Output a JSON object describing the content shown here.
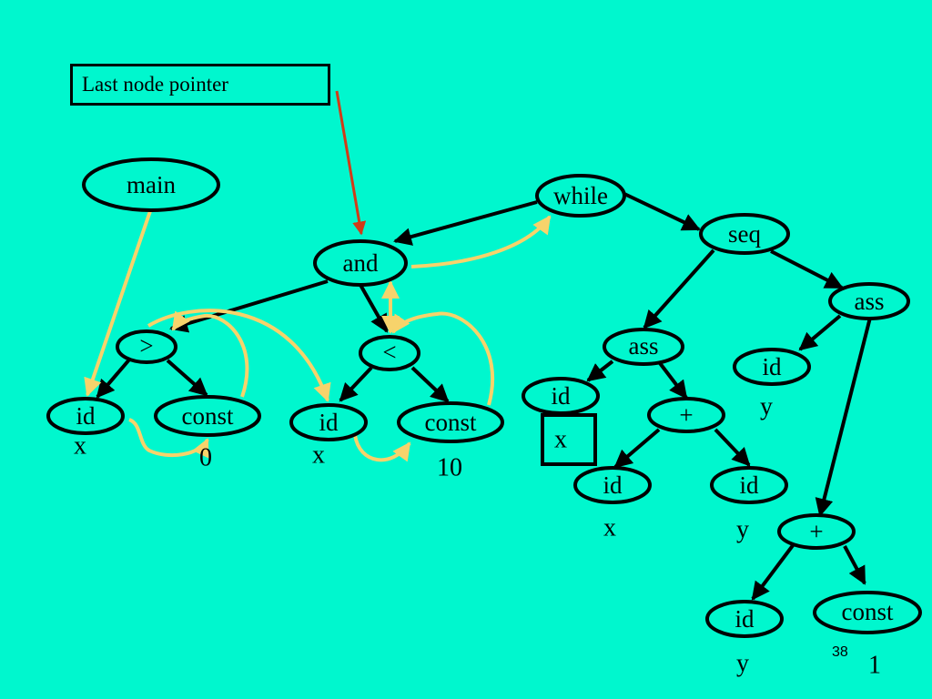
{
  "pointer_label": "Last node pointer",
  "page_number": "38",
  "nodes": {
    "main": "main",
    "while": "while",
    "and": "and",
    "seq": "seq",
    "ass_right": "ass",
    "gt": ">",
    "lt": "<",
    "ass_mid": "ass",
    "id_right": "id",
    "id1": "id",
    "const1": "const",
    "id2": "id",
    "const2": "const",
    "id3": "id",
    "plus1": "+",
    "id4": "id",
    "id5": "id",
    "plus2": "+",
    "id6": "id",
    "const3": "const"
  },
  "values": {
    "x1": "x",
    "zero": "0",
    "x2": "x",
    "ten": "10",
    "x_box": "x",
    "y_right": "y",
    "x3": "x",
    "y_mid": "y",
    "y_bottom": "y",
    "one": "1"
  },
  "colors": {
    "background": "#00F7CE",
    "tree_edge": "#000000",
    "thread_link": "#F7D36B",
    "pointer_arrow": "#D23A17"
  }
}
